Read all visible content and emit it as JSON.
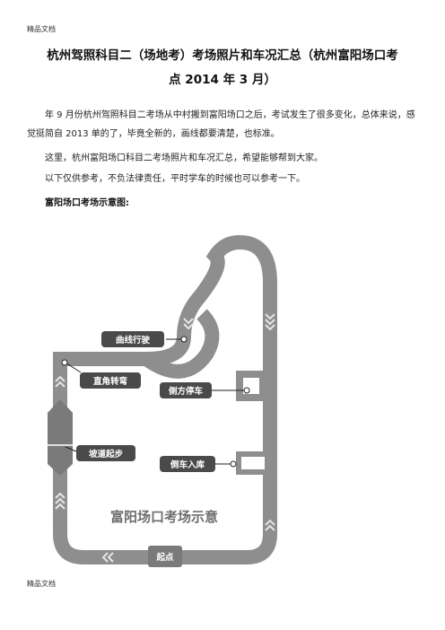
{
  "page": {
    "header": "精品文档",
    "footer": "精品文档"
  },
  "doc": {
    "title_line1": "杭州驾照科目二（场地考）考场照片和车况汇总（杭州富阳场口考",
    "title_line2": "点 2014 年 3 月）",
    "para1": "年 9 月份杭州驾照科目二考场从中村搬到富阳场口之后，考试发生了很多变化，总体来说，感觉挺简自 2013 单的了，毕竟全新的，画线都要清楚，也标准。",
    "para2": "这里，杭州富阳场口科目二考场照片和车况汇总，希望能够帮到大家。",
    "para3": "以下仅供参考，不负法律责任，平时学车的时候也可以参考一下。",
    "caption": "富阳场口考场示意图:"
  },
  "diagram": {
    "labels": {
      "curve": "曲线行驶",
      "right_angle": "直角转弯",
      "side_park": "侧方停车",
      "hill": "坡道起步",
      "reverse": "倒车入库",
      "start": "起点"
    },
    "watermark": "富阳场口考场示意",
    "colors": {
      "road": "#8e8e8e",
      "road_dark": "#7a7a7a",
      "label_bg": "#4a4a4a",
      "arrow": "#e6e6e6"
    }
  }
}
